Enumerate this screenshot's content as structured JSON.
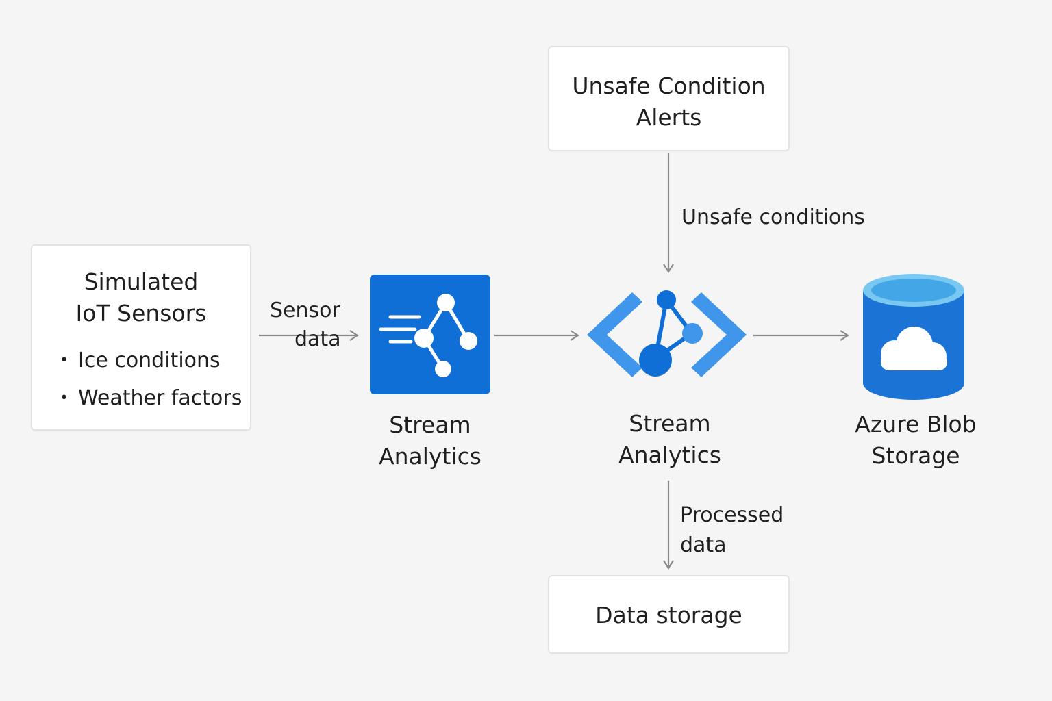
{
  "nodes": {
    "sensors": {
      "title_line1": "Simulated",
      "title_line2": "IoT Sensors",
      "bullets": [
        "Ice conditions",
        "Weather factors"
      ]
    },
    "alerts": {
      "title_line1": "Unsafe Condition",
      "title_line2": "Alerts"
    },
    "stream1": {
      "caption_line1": "Stream",
      "caption_line2": "Analytics"
    },
    "stream2": {
      "caption_line1": "Stream",
      "caption_line2": "Analytics"
    },
    "blob": {
      "caption_line1": "Azure Blob",
      "caption_line2": "Storage"
    },
    "storage": {
      "title": "Data storage"
    }
  },
  "edges": {
    "sensor_data": {
      "line1": "Sensor",
      "line2": "data"
    },
    "unsafe_conditions": {
      "text": "Unsafe conditions"
    },
    "processed_data": {
      "line1": "Processed",
      "line2": "data"
    }
  },
  "colors": {
    "stream_blue": "#0f6fd6",
    "analytics_blue": "#3f96ea",
    "blob_top": "#58b8ee",
    "arrow": "#8a8a8a"
  },
  "icons": [
    "stream-analytics-icon",
    "stream-analytics-code-icon",
    "azure-blob-storage-icon"
  ]
}
